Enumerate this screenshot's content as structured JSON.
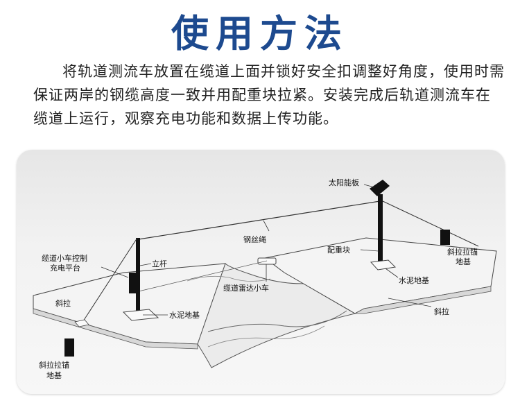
{
  "header": {
    "title": "使用方法"
  },
  "description": {
    "text": "将轨道测流车放置在缆道上面并锁好安全扣调整好角度，使用时需保证两岸的钢缆高度一致并用配重块拉紧。安装完成后轨道测流车在缆道上运行，观察充电功能和数据上传功能。"
  },
  "diagram": {
    "labels": {
      "solar_panel": "太阳能板",
      "steel_cable": "钢丝绳",
      "counterweight": "配重块",
      "right_anchor_line1": "斜拉拉锚",
      "right_anchor_line2": "地基",
      "control_platform_line1": "缆道小车控制",
      "control_platform_line2": "充电平台",
      "pole": "立杆",
      "radar_cart": "缆道雷达小车",
      "concrete_base_right": "水泥地基",
      "guy_left": "斜拉",
      "concrete_base_left": "水泥地基",
      "guy_right": "斜拉",
      "left_anchor_line1": "斜拉拉锚",
      "left_anchor_line2": "地基"
    }
  }
}
